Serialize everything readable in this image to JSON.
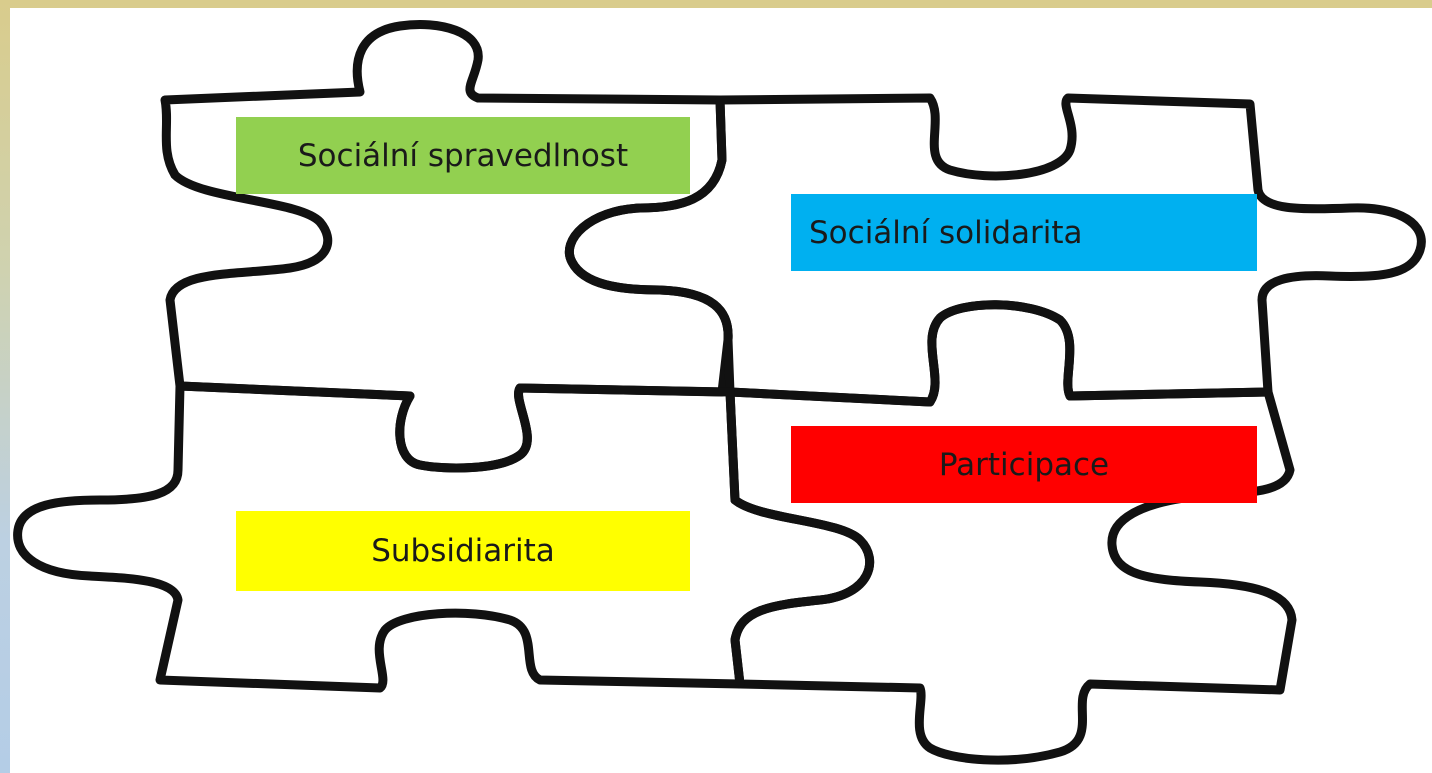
{
  "pieces": [
    {
      "id": "top-left",
      "label": "Sociální spravedlnost",
      "color": "#92d050"
    },
    {
      "id": "top-right",
      "label": "Sociální solidarita",
      "color": "#00b0f0"
    },
    {
      "id": "bottom-right",
      "label": "Participace",
      "color": "#ff0000"
    },
    {
      "id": "bottom-left",
      "label": "Subsidiarita",
      "color": "#ffff00"
    }
  ],
  "outline_color": "#111111"
}
